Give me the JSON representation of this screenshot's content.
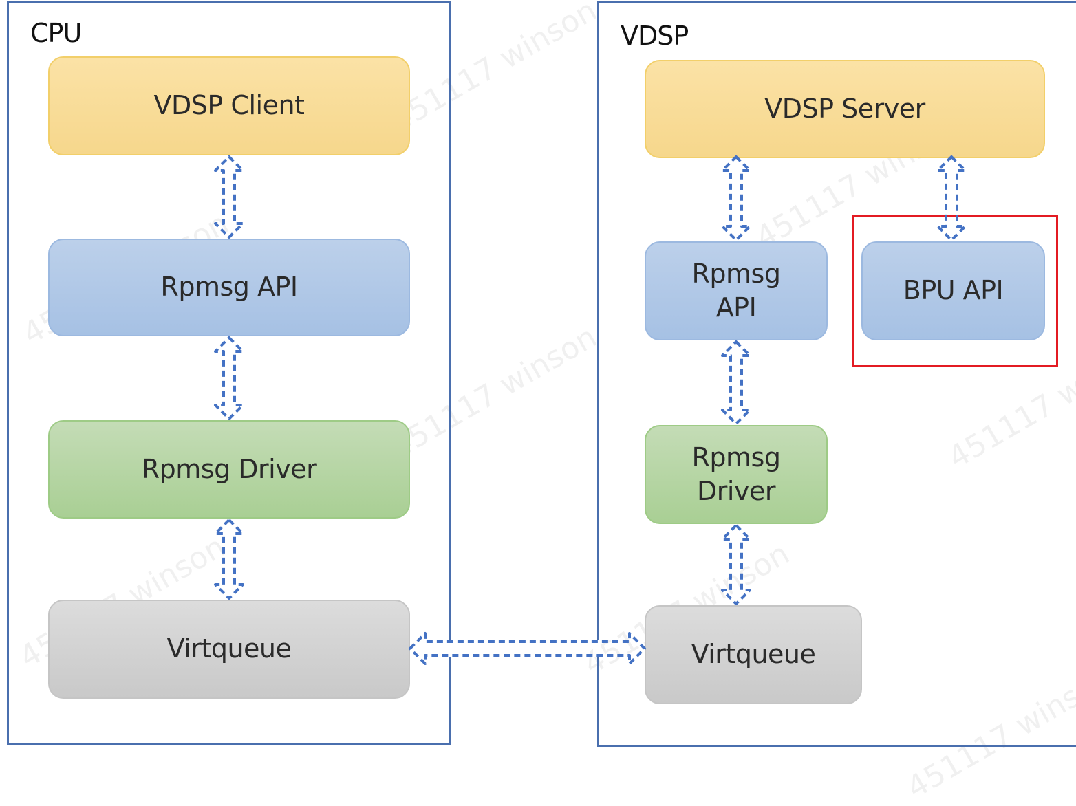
{
  "panels": {
    "cpu": {
      "title": "CPU"
    },
    "vdsp": {
      "title": "VDSP"
    }
  },
  "nodes": {
    "vdsp_client": "VDSP Client",
    "cpu_rpmsg_api": "Rpmsg API",
    "cpu_rpmsg_driver": "Rpmsg Driver",
    "cpu_virtqueue": "Virtqueue",
    "vdsp_server": "VDSP Server",
    "vdsp_rpmsg_api": "Rpmsg\nAPI",
    "bpu_api": "BPU API",
    "vdsp_rpmsg_driver": "Rpmsg\nDriver",
    "vdsp_virtqueue": "Virtqueue"
  },
  "colors": {
    "panel_border": "#4a6fae",
    "arrow": "#4472c4",
    "highlight": "#e31b23",
    "client_server": "#f8dc98",
    "api": "#b1c8e7",
    "driver": "#b6d5a4",
    "virtqueue": "#d2d2d2"
  },
  "watermark": "451117  winson"
}
